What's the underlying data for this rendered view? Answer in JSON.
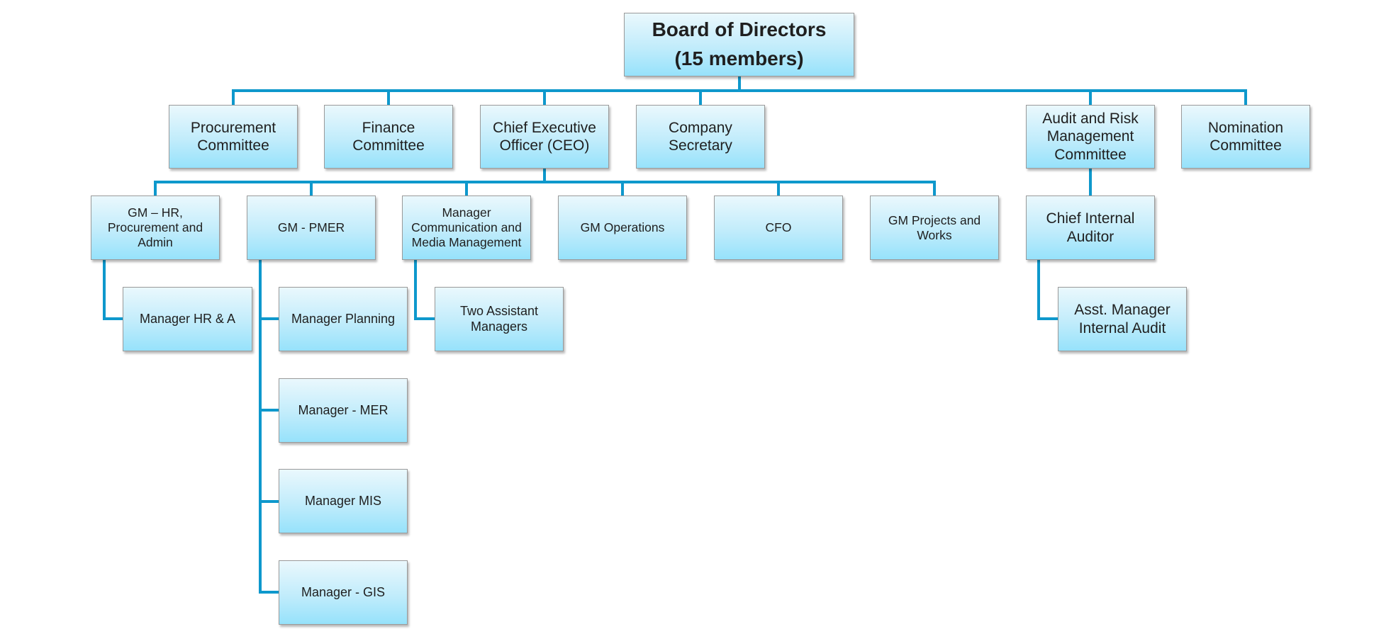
{
  "diagram": {
    "board": {
      "line1": "Board of Directors",
      "line2": "(15 members)"
    },
    "committees": {
      "procurement": "Procurement\nCommittee",
      "finance": "Finance\nCommittee",
      "ceo": "Chief Executive\nOfficer (CEO)",
      "secretary": "Company\nSecretary",
      "audit_risk": "Audit and Risk\nManagement\nCommittee",
      "nomination": "Nomination\nCommittee"
    },
    "departments": {
      "gm_hr": "GM – HR,\nProcurement and\nAdmin",
      "gm_pmer": "GM - PMER",
      "mgr_comm": "Manager\nCommunication and\nMedia Management",
      "gm_ops": "GM Operations",
      "cfo": "CFO",
      "gm_projects": "GM Projects and\nWorks",
      "chief_auditor": "Chief Internal\nAuditor"
    },
    "managers": {
      "mgr_hr": "Manager HR & A",
      "mgr_planning": "Manager Planning",
      "mgr_mer": "Manager - MER",
      "mgr_mis": "Manager MIS",
      "mgr_gis": "Manager - GIS",
      "two_assistant": "Two Assistant\nManagers",
      "asst_audit": "Asst. Manager\nInternal Audit"
    },
    "colors": {
      "connector": "#0e98cc",
      "box_top": "#eaf8fd",
      "box_bottom": "#96e2fb",
      "border": "#9a9a9a",
      "text": "#1f1f1f"
    }
  }
}
